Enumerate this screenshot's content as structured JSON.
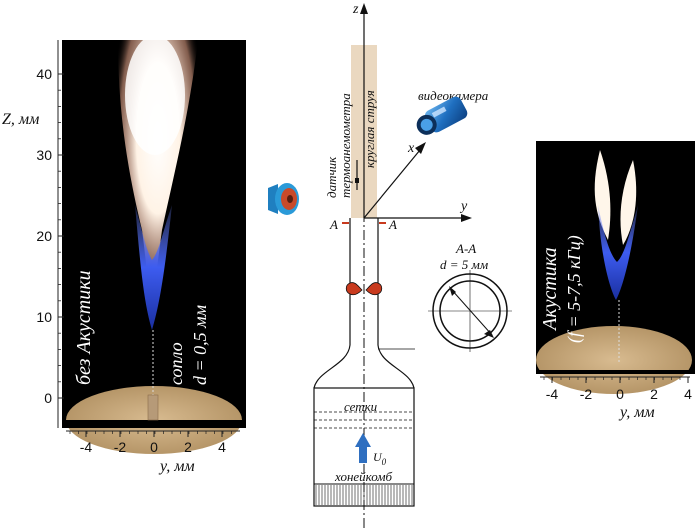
{
  "left_photo": {
    "z_axis_label": "Z, мм",
    "z_ticks": [
      "0",
      "10",
      "20",
      "30",
      "40"
    ],
    "y_ticks": [
      "-4",
      "-2",
      "0",
      "2",
      "4"
    ],
    "y_axis_label": "y, мм",
    "condition_label": "без Акустики",
    "nozzle_label": "сопло",
    "nozzle_diameter": "d = 0,5 мм"
  },
  "schematic": {
    "axis_z": "z",
    "axis_y": "y",
    "axis_x": "x",
    "sensor_label_1": "датчик",
    "sensor_label_2": "термоанемометра",
    "jet_label": "круглая струя",
    "camera_label": "видеокамера",
    "section_left": "А",
    "section_right": "А",
    "section_title": "А-А",
    "section_diameter": "d = 5 мм",
    "grids_label": "сетки",
    "velocity_label": "U",
    "velocity_sub": "0",
    "honeycomb_label": "хонейкомб"
  },
  "right_photo": {
    "condition_label_1": "Акустика",
    "condition_label_2": "(f = 5-7,5 кГц)",
    "y_ticks": [
      "-4",
      "-2",
      "0",
      "2",
      "4"
    ],
    "y_axis_label": "y, мм"
  },
  "colors": {
    "photo_background": "#000000",
    "flame_core": "#fff6e6",
    "flame_blue": "#2a4bd8",
    "jet_strip": "#ead8c0",
    "plate": "#c8a77a",
    "camera_blue": "#2a78c8",
    "speaker_blue": "#2a9ad8",
    "arrow_blue": "#2f6fc0",
    "ring_red": "#c83a1e"
  },
  "icons": [
    "speaker-icon",
    "video-camera-icon",
    "velocity-arrow-icon"
  ]
}
